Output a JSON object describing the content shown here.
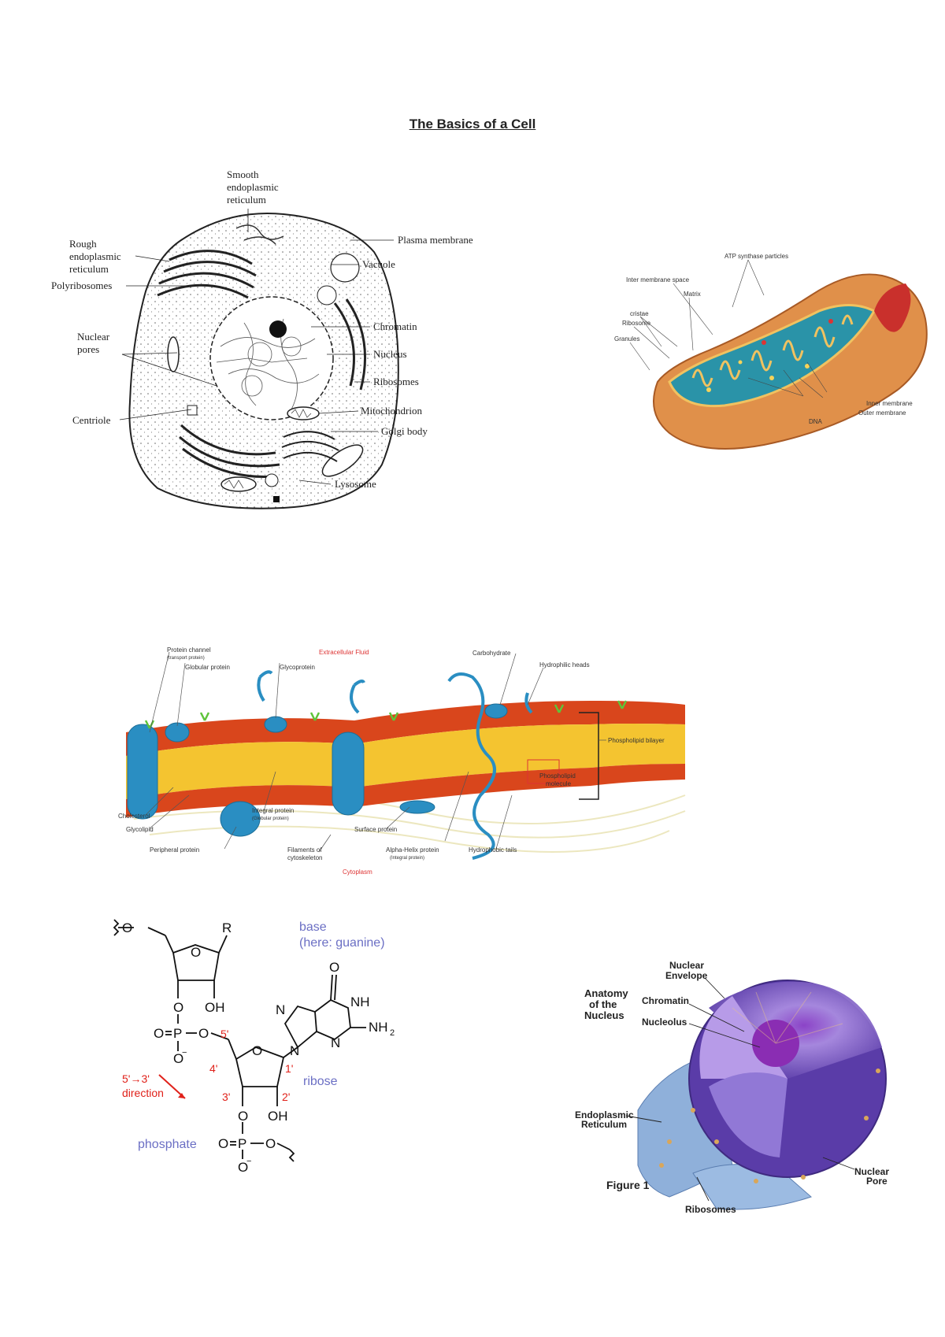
{
  "page": {
    "title": "The Basics of a Cell"
  },
  "animal_cell": {
    "labels": {
      "smooth_er_1": "Smooth",
      "smooth_er_2": "endoplasmic",
      "smooth_er_3": "reticulum",
      "rough_er_1": "Rough",
      "rough_er_2": "endoplasmic",
      "rough_er_3": "reticulum",
      "polyribosomes": "Polyribosomes",
      "nuclear_pores_1": "Nuclear",
      "nuclear_pores_2": "pores",
      "centriole": "Centriole",
      "plasma_membrane": "Plasma membrane",
      "vacuole": "Vacuole",
      "chromatin": "Chromatin",
      "nucleus": "Nucleus",
      "ribosomes": "Ribosomes",
      "mitochondrion": "Mitochondrion",
      "golgi_body": "Golgi body",
      "lysosome": "Lysosome"
    }
  },
  "mitochondrion": {
    "labels": {
      "atp_synthase": "ATP synthase particles",
      "inter_membrane_space": "Inter membrane space",
      "matrix": "Matrix",
      "ribosome": "Ribosome",
      "cristae": "cristae",
      "granules": "Granules",
      "inner_membrane": "Inner membrane",
      "outer_membrane": "Outer membrane",
      "dna": "DNA"
    }
  },
  "membrane": {
    "labels": {
      "extracellular_fluid": "Extracellular Fluid",
      "protein_channel_1": "Protein channel",
      "protein_channel_2": "(transport protein)",
      "globular_protein": "Globular protein",
      "glycoprotein": "Glycoprotein",
      "carbohydrate": "Carbohydrate",
      "hydrophilic_heads": "Hydrophilic heads",
      "phospholipid_bilayer": "Phospholipid bilayer",
      "phospholipid_molecule_1": "Phospholipid",
      "phospholipid_molecule_2": "molecule",
      "cholesterol": "Cholesterol",
      "glycolipid": "Glycolipid",
      "peripheral_protein": "Peripheral protein",
      "integral_protein_1": "Integral protein",
      "integral_protein_2": "(Globular protein)",
      "surface_protein": "Surface protein",
      "filaments_1": "Filaments of",
      "filaments_2": "cytoskeleton",
      "alpha_helix_1": "Alpha-Helix protein",
      "alpha_helix_2": "(Integral protein)",
      "hydrophobic_tails": "Hydrophobic tails",
      "cytoplasm": "Cytoplasm"
    }
  },
  "nucleotide": {
    "labels": {
      "base_1": "base",
      "base_2": "(here: guanine)",
      "r": "R",
      "o_top": "O",
      "oh_1": "OH",
      "oh_2": "OH",
      "o_ring_1": "O",
      "o_ring_2": "O",
      "p_1": "P",
      "p_2": "P",
      "o_eq_1": "O",
      "o_eq_2": "O",
      "o_link_1": "O",
      "o_link_2": "O",
      "o_minus_1": "O",
      "o_minus_2": "O",
      "minus_1": "−",
      "minus_2": "−",
      "o_3prime": "O",
      "o_bottom": "O",
      "o_carbonyl": "O",
      "nh": "NH",
      "nh2": "NH",
      "nh2_sub": "2",
      "n_1": "N",
      "n_2": "N",
      "n_3": "N",
      "c5p": "5'",
      "c4p": "4'",
      "c3p": "3'",
      "c2p": "2'",
      "c1p": "1'",
      "direction_1": "5'→3'",
      "direction_2": "direction",
      "ribose": "ribose",
      "phosphate": "phosphate"
    }
  },
  "nucleus": {
    "labels": {
      "title_1": "Anatomy",
      "title_2": "of the",
      "title_3": "Nucleus",
      "nuclear_envelope_1": "Nuclear",
      "nuclear_envelope_2": "Envelope",
      "chromatin": "Chromatin",
      "nucleolus": "Nucleolus",
      "er_1": "Endoplasmic",
      "er_2": "Reticulum",
      "figure": "Figure 1",
      "ribosomes": "Ribosomes",
      "nuclear_pore_1": "Nuclear",
      "nuclear_pore_2": "Pore"
    }
  },
  "colors": {
    "mito_outer": "#e0904a",
    "mito_inner": "#2a93a8",
    "membrane_heads": "#d9461c",
    "membrane_tails": "#f4c430",
    "protein_blue": "#2a8ec2",
    "nucleus_purple": "#7b57c9",
    "er_blue": "#8fb0da",
    "chem_red": "#e0211a",
    "chem_blue": "#6b6fc4"
  }
}
